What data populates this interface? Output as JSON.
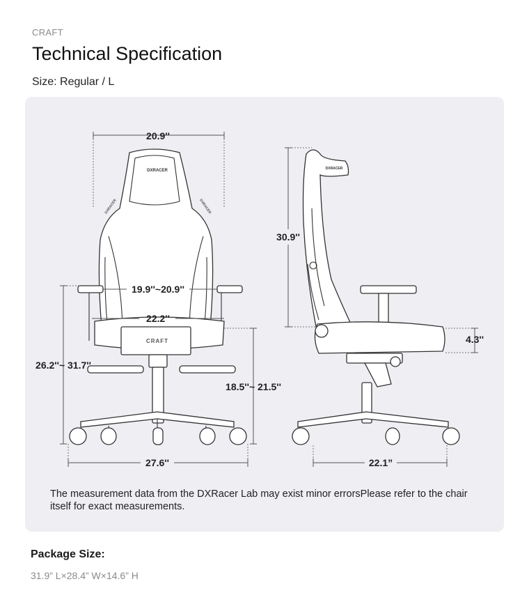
{
  "header": {
    "eyebrow": "CRAFT",
    "title": "Technical Specification",
    "size": "Size: Regular / L"
  },
  "diagram": {
    "front": {
      "width_top": "20.9''",
      "armrest_width": "19.9''~20.9''",
      "seat_width": "22.2''",
      "armrest_height": "26.2''~ 31.7''",
      "seat_height": "18.5''~ 21.5''",
      "base_width": "27.6''",
      "brand_headrest": "DXRACER",
      "brand_side_left": "DXRACER",
      "brand_side_right": "DXRACER",
      "brand_seat": "CRAFT"
    },
    "side": {
      "backrest_height": "30.9''",
      "seat_thickness": "4.3''",
      "base_depth": "22.1”",
      "brand_headrest": "DXRACER"
    },
    "note": "The measurement data from the DXRacer Lab may exist minor errorsPlease refer to the chair itself for exact measurements."
  },
  "package": {
    "label": "Package Size:",
    "value": "31.9” L×28.4” W×14.6” H"
  }
}
